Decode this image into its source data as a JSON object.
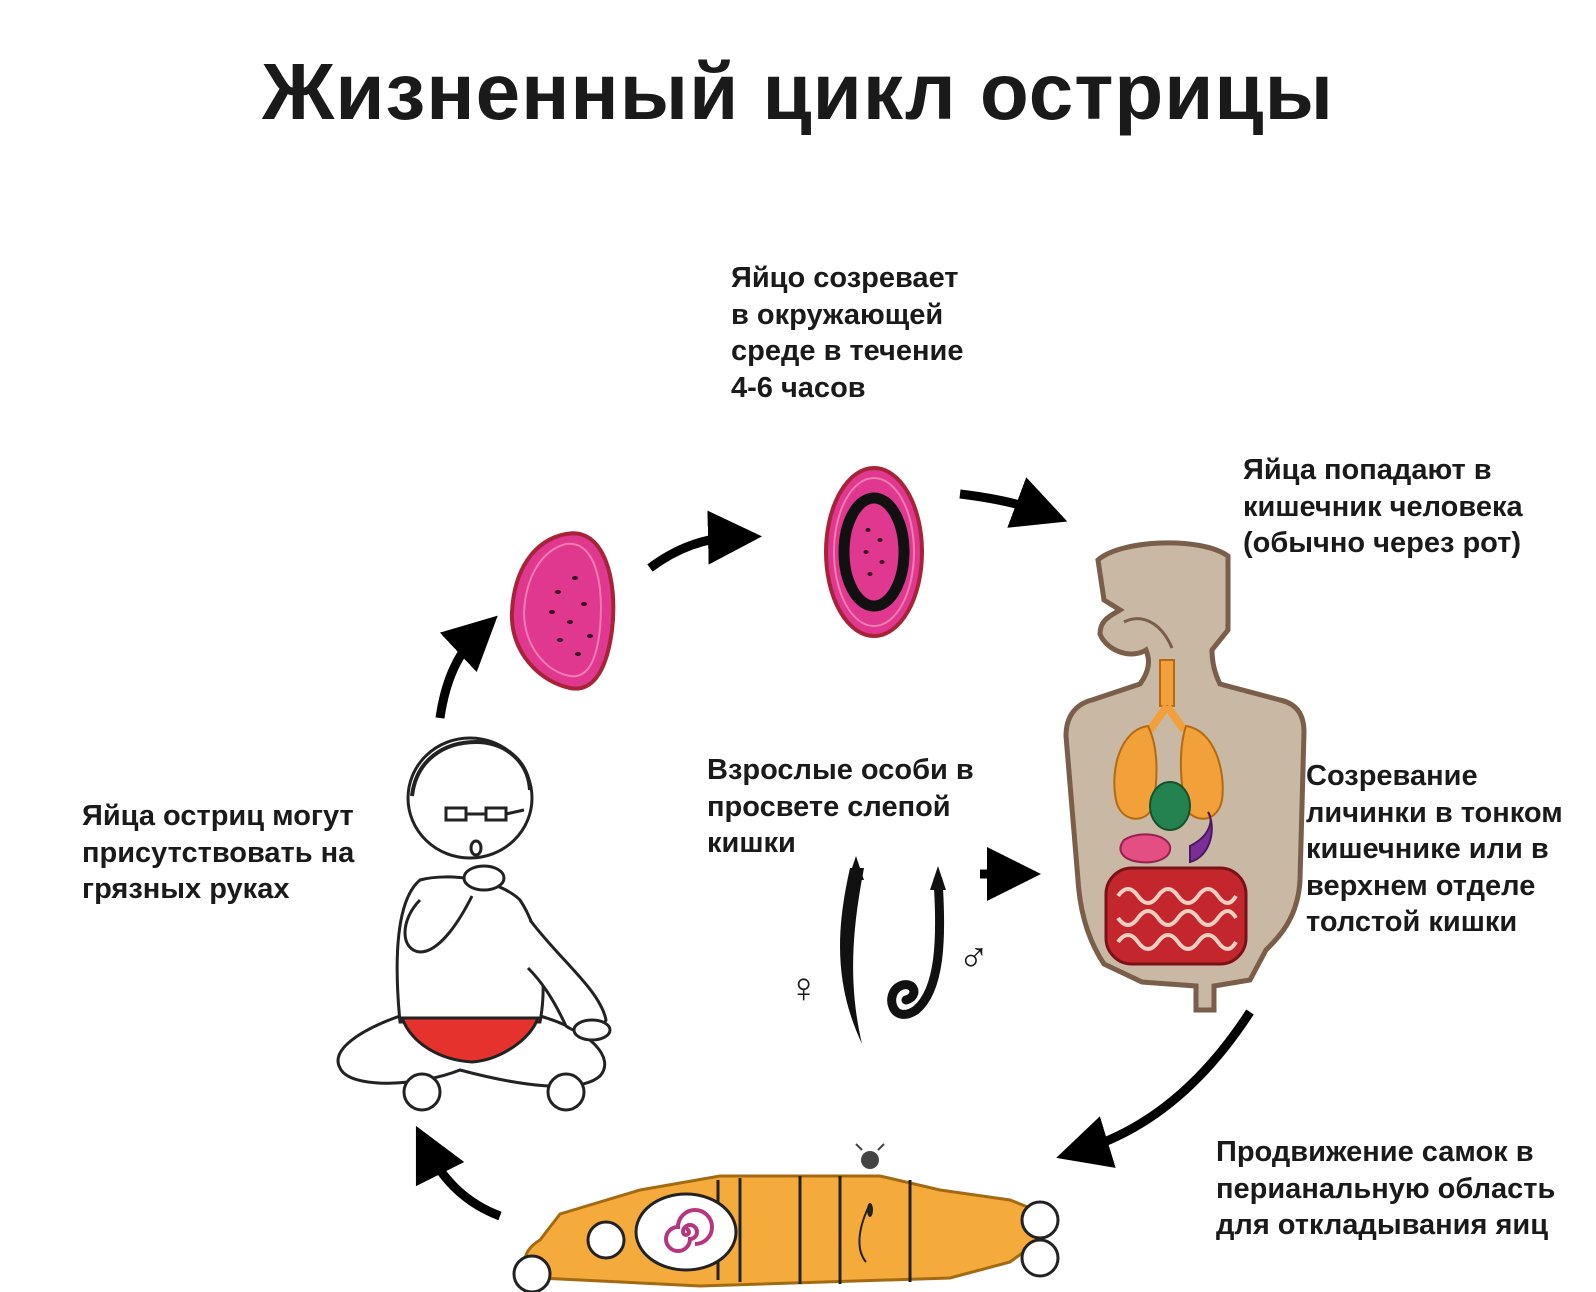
{
  "title": "Жизненный цикл острицы",
  "labels": {
    "egg_matures": [
      "Яйцо созревает",
      "в окружающей",
      "среде в течение",
      "4-6 часов"
    ],
    "eggs_enter_gut": [
      "Яйца попадают в",
      "кишечник человека",
      "(обычно через рот)"
    ],
    "larva_matures": [
      "Созревание",
      "личинки в тонком",
      "кишечнике или в",
      "верхнем отделе",
      "толстой кишки"
    ],
    "adults_cecum": [
      "Взрослые особи в",
      "просвете слепой",
      "кишки"
    ],
    "dirty_hands": [
      "Яйца остриц могут",
      "присутствовать на",
      "грязных руках"
    ],
    "females_migrate": [
      "Продвижение самок в",
      "перианальную область",
      "для откладывания яиц"
    ]
  },
  "symbols": {
    "female": "♀",
    "male": "♂"
  },
  "icons": [
    "egg-fresh-icon",
    "egg-embryonated-icon",
    "human-digestive-system-icon",
    "female-worm-icon",
    "male-worm-icon",
    "child-with-hand-in-mouth-icon",
    "person-lying-icon",
    "cycle-arrow-icon"
  ],
  "colors": {
    "egg_fill": "#e0378f",
    "egg_outline": "#a8233a",
    "body_silhouette": "#c8b8a4",
    "body_outline": "#7a5e49",
    "lungs": "#f2a03a",
    "stomach": "#23824f",
    "liver": "#e34e83",
    "pancreas": "#7b2f95",
    "intestine": "#c4262e",
    "underwear": "#e5322d",
    "lying_body": "#f5ab3c",
    "arrows": "#000000",
    "text": "#1a1a1a"
  }
}
